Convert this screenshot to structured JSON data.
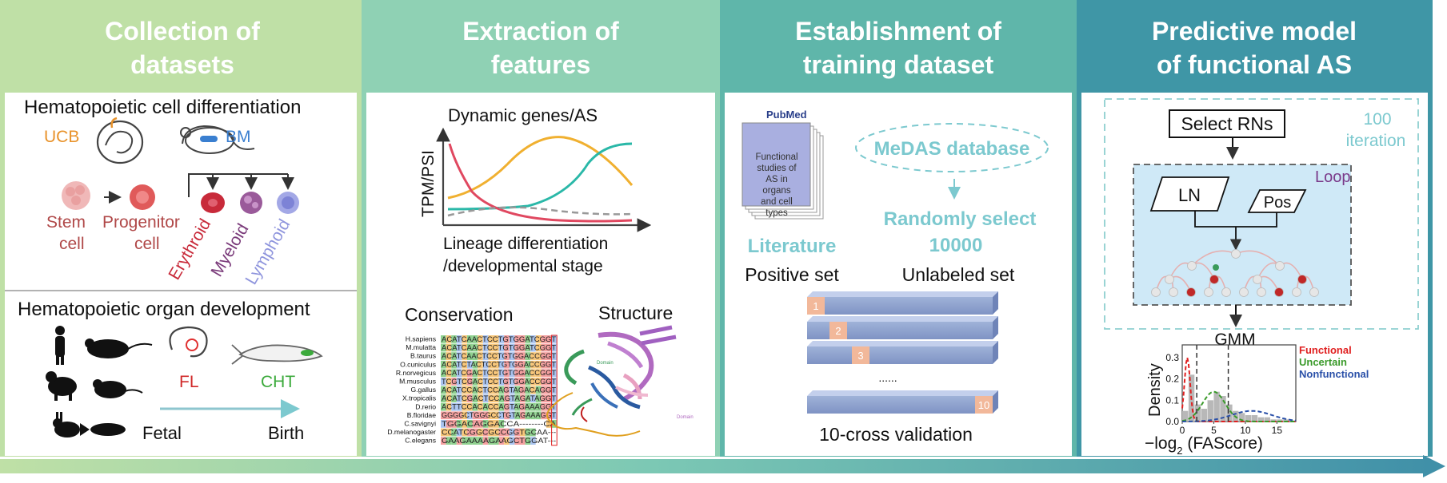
{
  "colors": {
    "panel1": "#bfe0a6",
    "panel2": "#8fd1b4",
    "panel3": "#5fb6aa",
    "panel4": "#3f96a6"
  },
  "headers": [
    {
      "line1": "Collection of",
      "line2": "datasets"
    },
    {
      "line1": "Extraction of",
      "line2": "features"
    },
    {
      "line1": "Establishment of",
      "line2": "training dataset"
    },
    {
      "line1": "Predictive model",
      "line2": "of functional AS"
    }
  ],
  "panel1": {
    "top_title": "Hematopoietic cell differentiation",
    "ucb": "UCB",
    "bm": "BM",
    "stem_line1": "Stem",
    "stem_line2": "cell",
    "prog_line1": "Progenitor",
    "prog_line2": "cell",
    "erythroid": "Erythroid",
    "myeloid": "Myeloid",
    "lymphoid": "Lymphoid",
    "bottom_title": "Hematopoietic organ development",
    "fl": "FL",
    "cht": "CHT",
    "fetal": "Fetal",
    "birth": "Birth"
  },
  "panel2": {
    "chart_title": "Dynamic genes/AS",
    "ylabel": "TPM/PSI",
    "xlabel_line1": "Lineage differentiation",
    "xlabel_line2": "/developmental stage",
    "conservation": "Conservation",
    "structure": "Structure",
    "species": [
      "H.sapiens",
      "M.mulatta",
      "B.taurus",
      "O.cuniculus",
      "R.norvegicus",
      "M.musculus",
      "G.gallus",
      "X.tropicalis",
      "D.rerio",
      "B.floridae",
      "C.savignyi",
      "D.melanogaster",
      "C.elegans"
    ],
    "sequences": [
      "ACATCAACTCCTGTGGATCGGT",
      "ACATCAACTCCTGTGGATCGGT",
      "ACATCAACTCCTGTGGACCGGT",
      "ACATCTACTCCTGTGGACCGGT",
      "ACATCGACTCCTGTGGACCGGT",
      "TCGTCGACTCCTGTGGACCGGT",
      "ACATCCACTCCAGTAGACAGGT",
      "ACATCGACTCCAGTAGATAGGT",
      "ACTTCCACACCAGTAGAAAGGT",
      "GGGGCTGGGCCTGTAGAAAGGT",
      "TGGACAGGACCA--------CAAAAGGT",
      "CCATCGGCGCCGGTGCAA---",
      "GAAGAAAAGAAGCTGGAT---"
    ],
    "domain_label": "Domain"
  },
  "panel3": {
    "pubmed": "PubMed",
    "book_text": [
      "Functional",
      "studies of",
      "AS in",
      "organs",
      "and cell",
      "types"
    ],
    "medas": "MeDAS database",
    "random_line1": "Randomly select",
    "random_line2": "10000",
    "literature": "Literature",
    "positive": "Positive set",
    "unlabeled": "Unlabeled set",
    "fold_labels": [
      "1",
      "2",
      "3",
      "10"
    ],
    "ellipsis": "......",
    "cv_label": "10-cross validation"
  },
  "panel4": {
    "select_rns": "Select RNs",
    "iter_line1": "100",
    "iter_line2": "iteration",
    "loop": "Loop",
    "ln": "LN",
    "pos": "Pos",
    "gmm": "GMM",
    "ylabel": "Density",
    "xlabel": "−log",
    "xlabel_sub": "2",
    "xlabel_rest": " (FAScore)",
    "legend": [
      "Functional",
      "Uncertain",
      "Nonfunctional"
    ],
    "legend_colors": [
      "#e02020",
      "#3a9a2a",
      "#2a50a8"
    ],
    "yticks": [
      "0.3",
      "0.2",
      "0.1",
      "0.0"
    ],
    "xticks": [
      "0",
      "5",
      "10",
      "15"
    ]
  }
}
